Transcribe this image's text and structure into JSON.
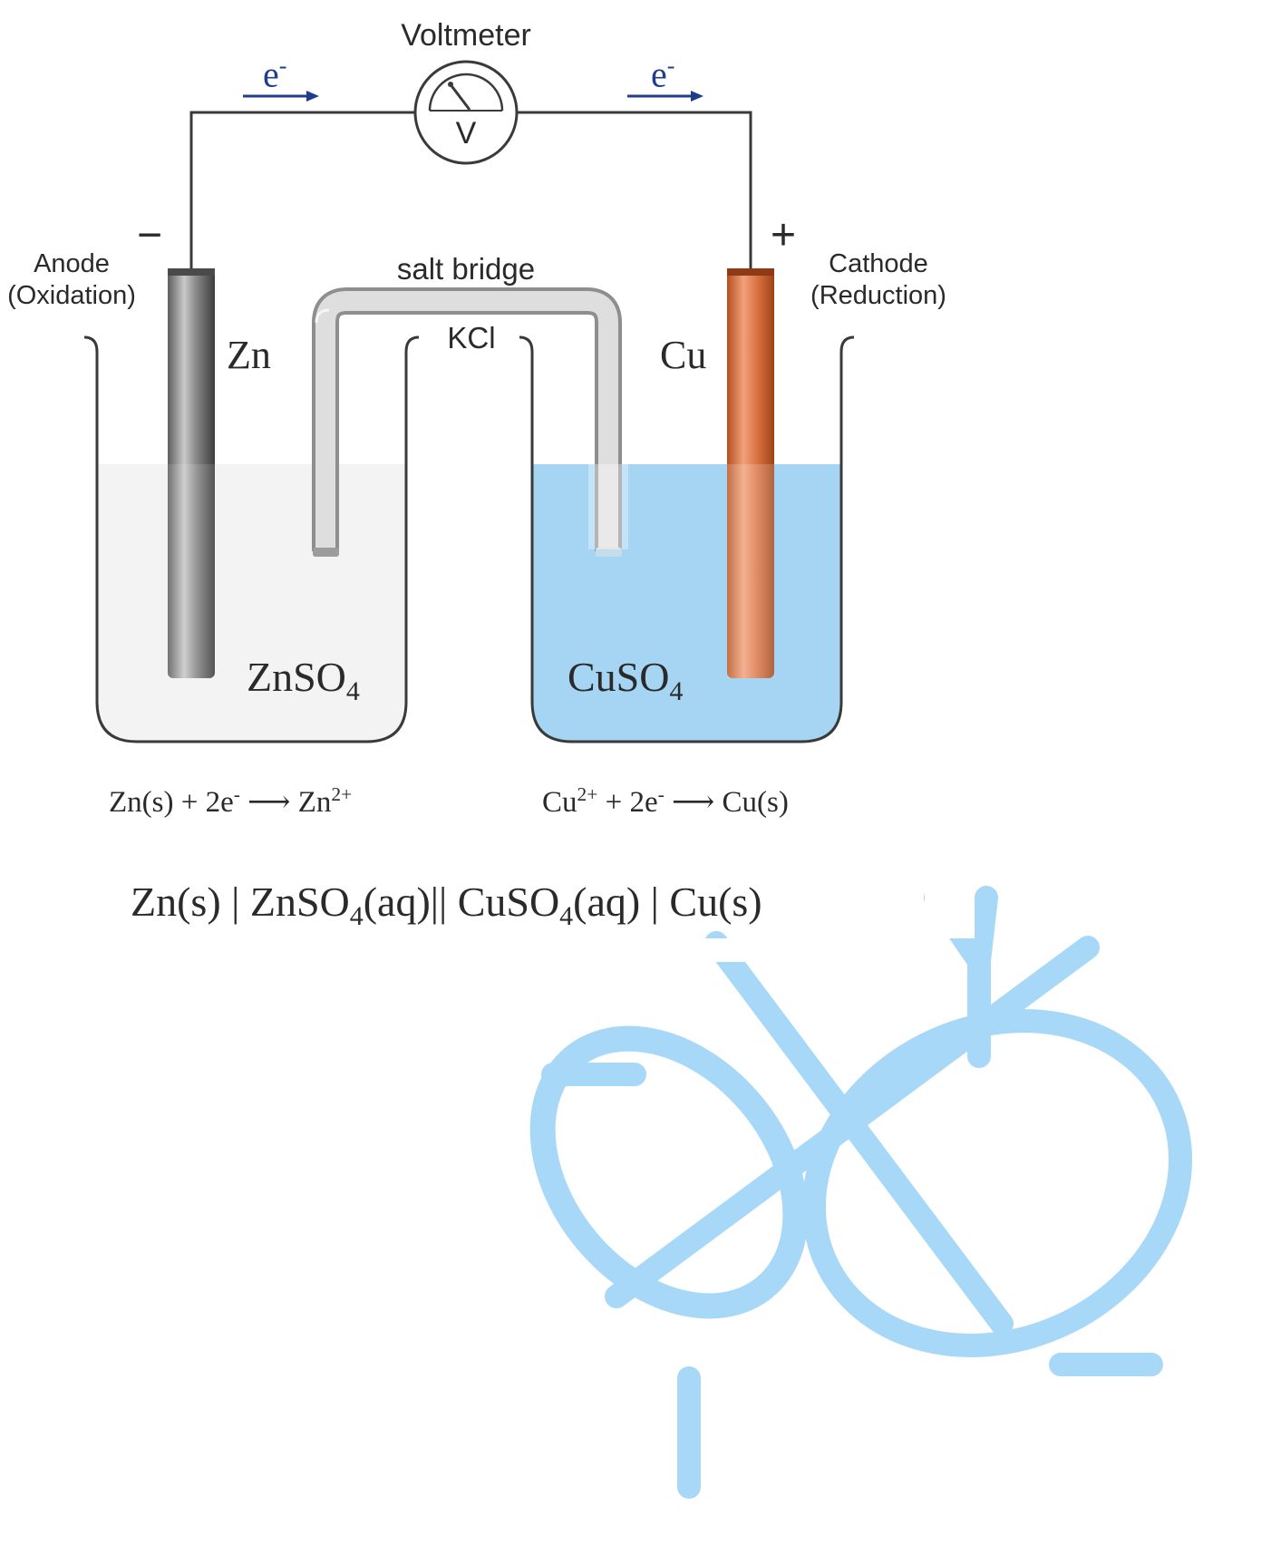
{
  "labels": {
    "voltmeter": "Voltmeter",
    "meter_symbol": "V",
    "electron_left": "e",
    "electron_right": "e",
    "electron_charge": "-",
    "minus_sign": "−",
    "plus_sign": "+",
    "anode_line1": "Anode",
    "anode_line2": "(Oxidation)",
    "cathode_line1": "Cathode",
    "cathode_line2": "(Reduction)",
    "salt_bridge": "salt bridge",
    "kcl": "KCl",
    "zn": "Zn",
    "cu": "Cu",
    "znso4_main": "ZnSO",
    "znso4_sub": "4",
    "cuso4_main": "CuSO",
    "cuso4_sub": "4"
  },
  "half_reactions": {
    "anode": {
      "a": "Zn(s) + 2e",
      "b": "-",
      "arrow": " ⟶ ",
      "c": "Zn",
      "d": "2+"
    },
    "cathode": {
      "a": "Cu",
      "b": "2+",
      "c": " + 2e",
      "d": "-",
      "arrow": " ⟶ ",
      "e": "Cu(s)"
    }
  },
  "cell_notation": {
    "p1": "Zn(s) | ZnSO",
    "s1": "4",
    "p2": "(aq)",
    "sep": "||",
    "p3": " CuSO",
    "s2": "4",
    "p4": "(aq) | Cu(s)"
  },
  "colors": {
    "wire": "#3a3a3a",
    "zn_solution": "#f3f3f3",
    "cu_solution": "#a5d5f3",
    "copper": "#d8703f",
    "zinc": "#7d7d7d",
    "electron_text": "#1f3c8f",
    "logo": "#a8d8f8"
  }
}
